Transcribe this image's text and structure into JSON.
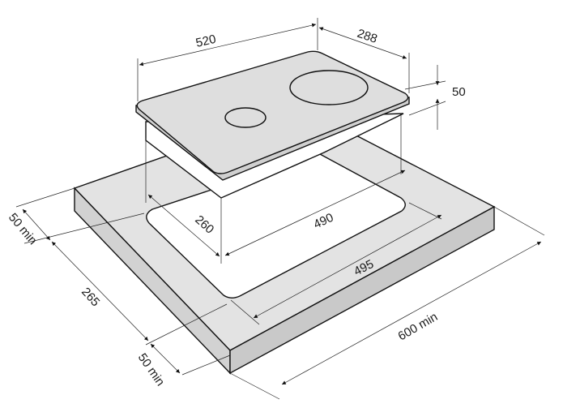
{
  "colors": {
    "countertop_top": "#e3e3e3",
    "countertop_side": "#cfcfcf",
    "hob_glass": "#dedede",
    "line": "#111111"
  },
  "dimensions": {
    "hob_width": "520",
    "hob_depth": "288",
    "hob_height": "50",
    "cutout_depth": "260",
    "cutout_width_inner": "490",
    "cutout_width": "495",
    "counter_width": "600 min",
    "back_margin": "50 min",
    "counter_depth_span": "265",
    "front_margin": "50 min"
  }
}
